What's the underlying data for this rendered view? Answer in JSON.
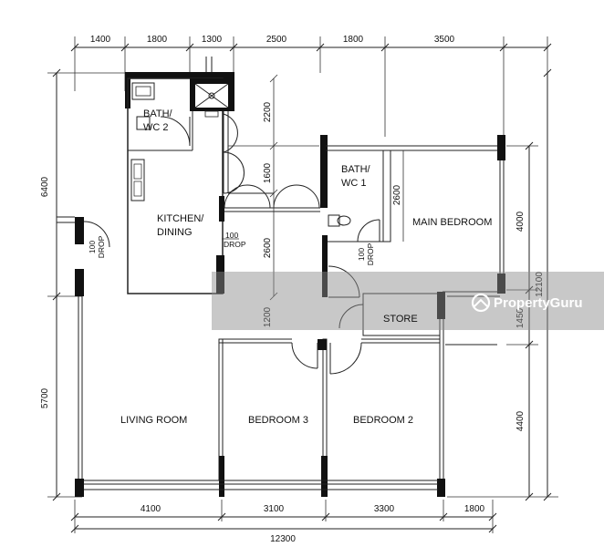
{
  "dimensions": {
    "top": [
      "1400",
      "1800",
      "1300",
      "2500",
      "1800",
      "3500"
    ],
    "bottom": [
      "4100",
      "3100",
      "3300",
      "1800"
    ],
    "bottom_total": "12300",
    "left_upper": "6400",
    "left_lower": "5700",
    "right_upper": "4000",
    "right_mid": "1450",
    "right_lower": "4400",
    "right_total": "12100",
    "interior": {
      "bath2_h": "2200",
      "kitchen_v1": "1600",
      "kitchen_v2": "2600",
      "bath1_h": "2600",
      "corridor_h": "1200"
    }
  },
  "rooms": {
    "bath_wc2_line1": "BATH/",
    "bath_wc2_line2": "WC 2",
    "kitchen_line1": "KITCHEN/",
    "kitchen_line2": "DINING",
    "bath_wc1_line1": "BATH/",
    "bath_wc1_line2": "WC 1",
    "main_bedroom": "MAIN BEDROOM",
    "store": "STORE",
    "living_room": "LIVING ROOM",
    "bedroom3": "BEDROOM 3",
    "bedroom2": "BEDROOM 2"
  },
  "drops": {
    "left": {
      "value": "100",
      "label": "DROP"
    },
    "kitchen": {
      "value": "100",
      "label": "DROP"
    },
    "bath1": {
      "value": "100",
      "label": "DROP"
    }
  },
  "watermark": {
    "text": "PropertyGuru"
  }
}
